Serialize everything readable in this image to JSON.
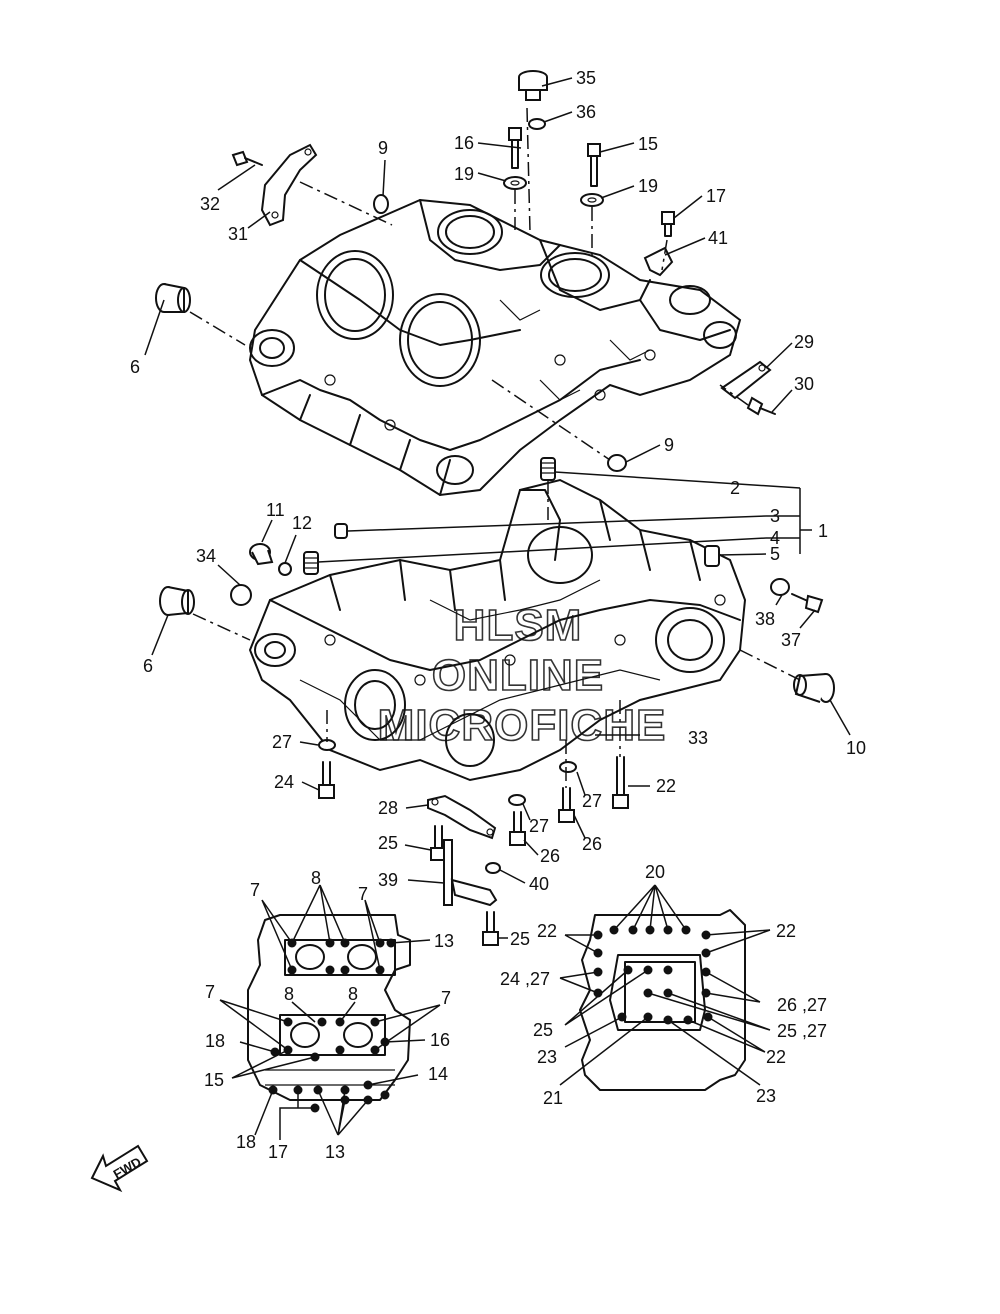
{
  "diagram": {
    "callouts": {
      "c1": "1",
      "c2": "2",
      "c3": "3",
      "c4": "4",
      "c5": "5",
      "c6a": "6",
      "c6b": "6",
      "c7a": "7",
      "c7b": "7",
      "c7c": "7",
      "c7d": "7",
      "c8a": "8",
      "c8b": "8",
      "c8c": "8",
      "c9a": "9",
      "c9b": "9",
      "c10": "10",
      "c11": "11",
      "c12": "12",
      "c13a": "13",
      "c13b": "13",
      "c14": "14",
      "c15a": "15",
      "c15b": "15",
      "c16a": "16",
      "c16b": "16",
      "c17a": "17",
      "c17b": "17",
      "c18a": "18",
      "c18b": "18",
      "c19a": "19",
      "c19b": "19",
      "c20": "20",
      "c21": "21",
      "c22a": "22",
      "c22b": "22",
      "c22c": "22",
      "c22d": "22",
      "c23a": "23",
      "c23b": "23",
      "c24a": "24",
      "c2427": "24 ,27",
      "c25a": "25",
      "c25b": "25",
      "c25c": "25",
      "c2527": "25 ,27",
      "c26a": "26",
      "c26b": "26",
      "c2627": "26 ,27",
      "c27a": "27",
      "c27b": "27",
      "c27c": "27",
      "c28": "28",
      "c29": "29",
      "c30": "30",
      "c31": "31",
      "c32": "32",
      "c33": "33",
      "c34": "34",
      "c35": "35",
      "c36": "36",
      "c37": "37",
      "c38": "38",
      "c39": "39",
      "c40": "40",
      "c41": "41"
    },
    "watermark": [
      "HLSM",
      "ONLINE",
      "MICROFICHE"
    ],
    "direction_arrow": "FWD"
  }
}
